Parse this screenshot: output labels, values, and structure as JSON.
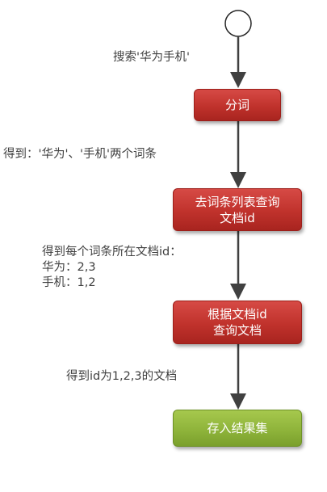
{
  "nodes": {
    "tokenize": "分词",
    "query_line1": "去词条列表查询",
    "query_line2": "文档id",
    "fetch_line1": "根据文档id",
    "fetch_line2": "查询文档",
    "store": "存入结果集"
  },
  "labels": {
    "search": "搜索'华为手机'",
    "terms": "得到：'华为'、'手机'两个词条",
    "ids_line1": "得到每个词条所在文档id：",
    "ids_line2": "华为：2,3",
    "ids_line3": "手机：1,2",
    "docs": "得到id为1,2,3的文档"
  },
  "colors": {
    "process": "#c0322c",
    "result": "#8fb43b",
    "arrow": "#404040"
  }
}
